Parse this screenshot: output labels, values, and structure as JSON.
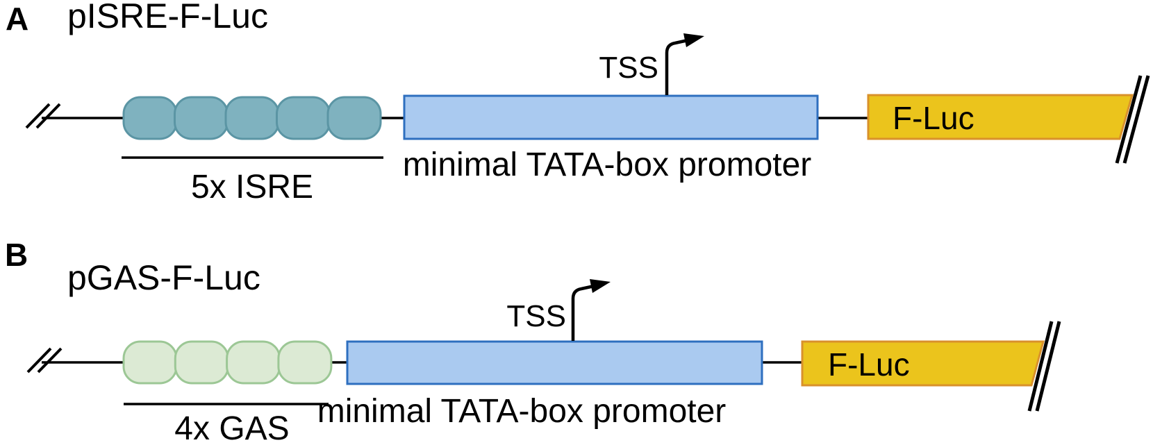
{
  "figure_type": "plasmid reporter construct diagram",
  "panels": [
    {
      "label": "A",
      "title": "pISRE-F-Luc",
      "element_count": 5,
      "element_label": "5x ISRE",
      "element_fill": "#7FB2BF",
      "element_stroke": "#5B95A4",
      "tss_label": "TSS",
      "promoter_label": "minimal TATA-box promoter",
      "gene_label": "F-Luc"
    },
    {
      "label": "B",
      "title": "pGAS-F-Luc",
      "element_count": 4,
      "element_label": "4x GAS",
      "element_fill": "#DCEAD4",
      "element_stroke": "#9CC795",
      "tss_label": "TSS",
      "promoter_label": "minimal TATA-box promoter",
      "gene_label": "F-Luc"
    }
  ],
  "colors": {
    "promoter_fill": "#AACAF0",
    "promoter_stroke": "#2E6FBF",
    "gene_fill": "#EBC41C",
    "gene_stroke": "#D9912B",
    "line": "#000000",
    "text": "#000000"
  }
}
